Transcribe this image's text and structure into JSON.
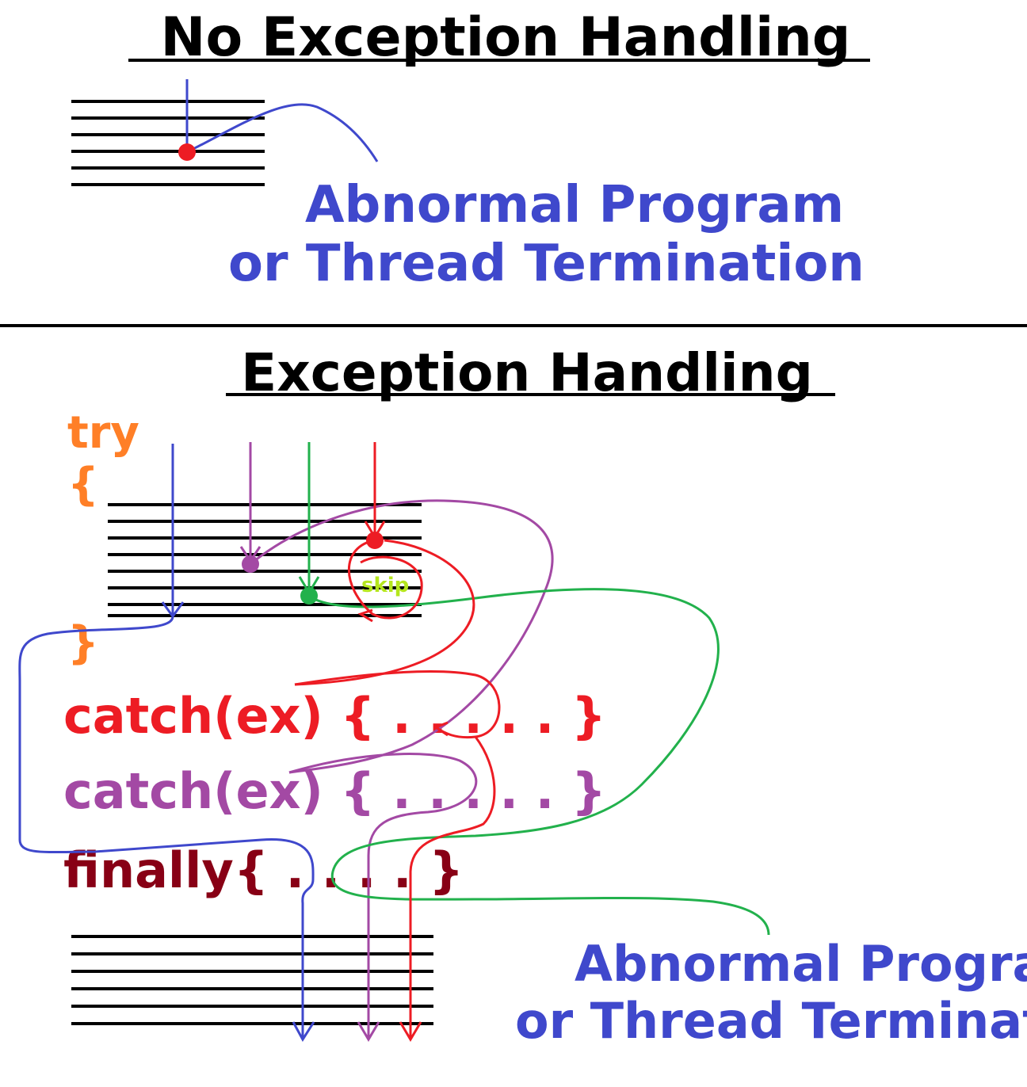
{
  "top": {
    "title": "No Exception Handling",
    "result_line1": "Abnormal Program",
    "result_line2": "or Thread Termination"
  },
  "bottom": {
    "title": "Exception Handling",
    "try_keyword": "try",
    "open_brace": "{",
    "close_brace": "}",
    "skip_label": "skip",
    "catch1": "catch(ex) { . . . . . }",
    "catch2": "catch(ex) { . . . . . }",
    "finally": "finally{ . . . . }",
    "result_line1": "Abnormal Program",
    "result_line2": "or Thread Termination"
  },
  "colors": {
    "text": "#000000",
    "blue": "#3f48cc",
    "red": "#ed1c24",
    "purple": "#a349a4",
    "green": "#22b14c",
    "orange": "#ff7f27",
    "darkred": "#880015",
    "skip": "#b5e61d"
  }
}
